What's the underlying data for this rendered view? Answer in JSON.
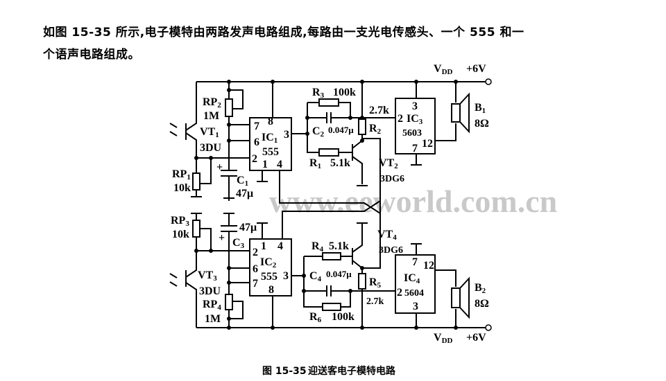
{
  "text": {
    "line1": "如图 15-35 所示,电子模特由两路发声电路组成,每路由一支光电传感头、一个 555 和一",
    "line2": "个语声电路组成。"
  },
  "watermark": "www.eeworld.com.cn",
  "figure": {
    "caption_number": "图 15-35",
    "caption_title": "迎送客电子模特电路"
  },
  "labels": {
    "vdd": "V",
    "vdd_sub": "DD",
    "v6": "+6V",
    "rp2": "RP",
    "rp2_sub": "2",
    "rp2_val": "1M",
    "vt1": "VT",
    "vt1_sub": "1",
    "vt1_type": "3DU",
    "rp1": "RP",
    "rp1_sub": "1",
    "rp1_val": "10k",
    "c1": "C",
    "c1_sub": "1",
    "c1_val": "47μ",
    "ic1": "IC",
    "ic1_sub": "1",
    "ic1_type": "555",
    "ic1_p8": "8",
    "ic1_p7": "7",
    "ic1_p6": "6",
    "ic1_p2": "2",
    "ic1_p1": "1",
    "ic1_p4": "4",
    "ic1_p3": "3",
    "r3": "R",
    "r3_sub": "3",
    "r3_val": "100k",
    "c2": "C",
    "c2_sub": "2",
    "c2_val": "0.047μ",
    "r1": "R",
    "r1_sub": "1",
    "r1_val": "5.1k",
    "r2": "R",
    "r2_sub": "2",
    "r2_val": "2.7k",
    "vt2": "VT",
    "vt2_sub": "2",
    "vt2_type": "3DG6",
    "ic3": "IC",
    "ic3_sub": "3",
    "ic3_type": "5603",
    "ic3_p3": "3",
    "ic3_p2": "2",
    "ic3_p12": "12",
    "ic3_p7": "7",
    "b1": "B",
    "b1_sub": "1",
    "b1_val": "8Ω",
    "rp3": "RP",
    "rp3_sub": "3",
    "rp3_val": "10k",
    "c3": "C",
    "c3_sub": "3",
    "c3_val": "47μ",
    "vt3": "VT",
    "vt3_sub": "3",
    "vt3_type": "3DU",
    "rp4": "RP",
    "rp4_sub": "4",
    "rp4_val": "1M",
    "ic2": "IC",
    "ic2_sub": "2",
    "ic2_type": "555",
    "ic2_p1": "1",
    "ic2_p4": "4",
    "ic2_p2": "2",
    "ic2_p6": "6",
    "ic2_p7": "7",
    "ic2_p8": "8",
    "ic2_p3": "3",
    "r4": "R",
    "r4_sub": "4",
    "r4_val": "5.1k",
    "c4": "C",
    "c4_sub": "4",
    "c4_val": "0.047μ",
    "r6": "R",
    "r6_sub": "6",
    "r6_val": "100k",
    "r5": "R",
    "r5_sub": "5",
    "r5_val": "2.7k",
    "vt4": "VT",
    "vt4_sub": "4",
    "vt4_type": "3DG6",
    "ic4": "IC",
    "ic4_sub": "4",
    "ic4_type": "5604",
    "ic4_p7": "7",
    "ic4_p12": "12",
    "ic4_p2": "2",
    "ic4_p3": "3",
    "b2": "B",
    "b2_sub": "2",
    "b2_val": "8Ω"
  }
}
